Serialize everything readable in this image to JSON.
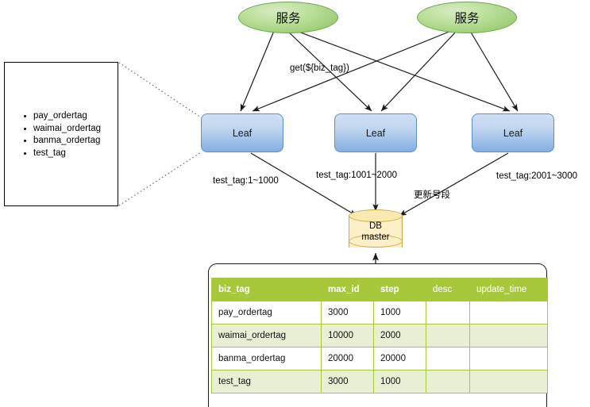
{
  "taglist": {
    "items": [
      "pay_ordertag",
      "waimai_ordertag",
      "banma_ordertag",
      "test_tag"
    ]
  },
  "services": [
    {
      "label": "服务"
    },
    {
      "label": "服务"
    }
  ],
  "leaves": [
    {
      "label": "Leaf"
    },
    {
      "label": "Leaf"
    },
    {
      "label": "Leaf"
    }
  ],
  "database": {
    "line1": "DB",
    "line2": "master"
  },
  "edge_labels": {
    "get_request": "get(${biz_tag})",
    "segment_1": "test_tag:1~1000",
    "segment_2": "test_tag:1001~2000",
    "segment_3": "test_tag:2001~3000",
    "update_segment": "更新号段"
  },
  "table": {
    "headers": [
      "biz_tag",
      "max_id",
      "step",
      "desc",
      "update_time"
    ],
    "rows": [
      [
        "pay_ordertag",
        "3000",
        "1000",
        "",
        ""
      ],
      [
        "waimai_ordertag",
        "10000",
        "2000",
        "",
        ""
      ],
      [
        "banma_ordertag",
        "20000",
        "20000",
        "",
        ""
      ],
      [
        "test_tag",
        "3000",
        "1000",
        "",
        ""
      ]
    ]
  },
  "colors": {
    "header_green": "#a8c83c",
    "row_alt_green": "#e8efd5",
    "service_green": "#8cc263",
    "leaf_blue": "#9ec0e8",
    "db_yellow": "#fdf0c8"
  }
}
